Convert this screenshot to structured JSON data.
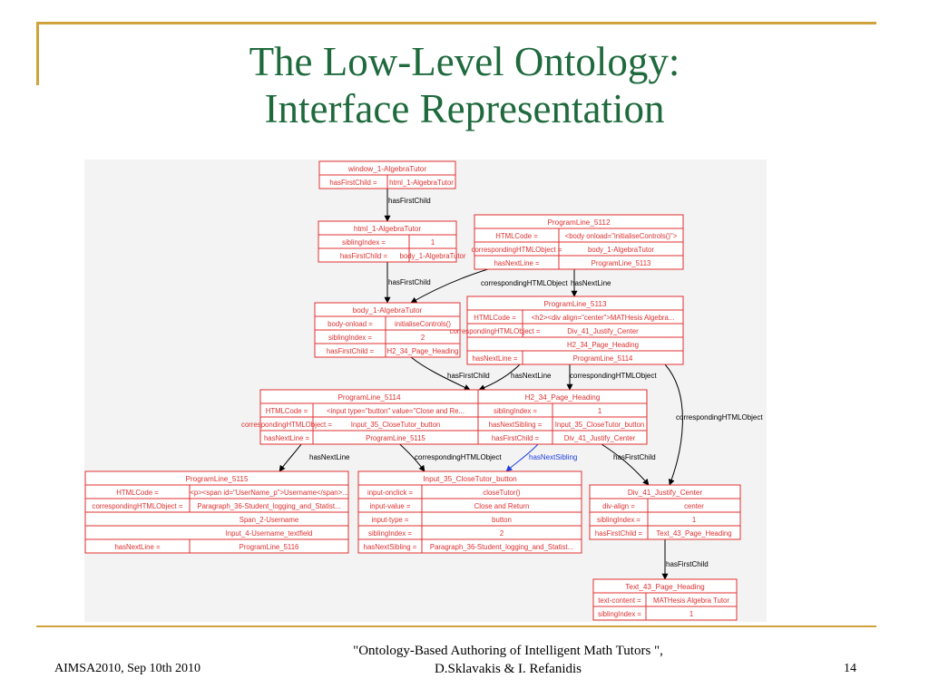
{
  "slide": {
    "title_line1": "The Low-Level Ontology:",
    "title_line2": "Interface Representation",
    "footer_left": "AIMSA2010, Sep 10th 2010",
    "footer_center_line1": "\"Ontology-Based Authoring of  Intelligent Math Tutors \",",
    "footer_center_line2": "D.Sklavakis & I. Refanidis",
    "page_number": "14",
    "accent_color": "#cfa23c",
    "title_color": "#1f6a3d",
    "node_color": "#e03030",
    "highlight_edge_color": "#2040e0"
  },
  "diagram": {
    "nodes": [
      {
        "id": "window",
        "title": "window_1-AlgebraTutor",
        "rows": [
          [
            "hasFirstChild =",
            "html_1-AlgebraTutor"
          ]
        ]
      },
      {
        "id": "html",
        "title": "html_1-AlgebraTutor",
        "rows": [
          [
            "siblingIndex =",
            "1"
          ],
          [
            "hasFirstChild =",
            "body_1-AlgebraTutor"
          ]
        ]
      },
      {
        "id": "pl5112",
        "title": "ProgramLine_5112",
        "rows": [
          [
            "HTMLCode =",
            "<body onload=\"initialiseControls()\">"
          ],
          [
            "correspondingHTMLObject =",
            "body_1-AlgebraTutor"
          ],
          [
            "hasNextLine =",
            "ProgramLine_5113"
          ]
        ]
      },
      {
        "id": "body",
        "title": "body_1-AlgebraTutor",
        "rows": [
          [
            "body-onload =",
            "initialiseControls()"
          ],
          [
            "siblingIndex =",
            "2"
          ],
          [
            "hasFirstChild =",
            "H2_34_Page_Heading"
          ]
        ]
      },
      {
        "id": "pl5113",
        "title": "ProgramLine_5113",
        "rows": [
          [
            "HTMLCode =",
            "<h2><div align=\"center\">MATHesis Algebra..."
          ],
          [
            "correspondingHTMLObject =",
            "Div_41_Justify_Center"
          ],
          [
            "",
            "H2_34_Page_Heading"
          ],
          [
            "hasNextLine =",
            "ProgramLine_5114"
          ]
        ]
      },
      {
        "id": "pl5114",
        "title": "ProgramLine_5114",
        "rows": [
          [
            "HTMLCode =",
            "<input type=\"button\" value=\"Close and Re..."
          ],
          [
            "correspondingHTMLObject =",
            "Input_35_CloseTutor_button"
          ],
          [
            "hasNextLine =",
            "ProgramLine_5115"
          ]
        ]
      },
      {
        "id": "h2",
        "title": "H2_34_Page_Heading",
        "rows": [
          [
            "siblingIndex =",
            "1"
          ],
          [
            "hasNextSibling =",
            "Input_35_CloseTutor_button"
          ],
          [
            "hasFirstChild =",
            "Div_41_Justify_Center"
          ]
        ]
      },
      {
        "id": "pl5115",
        "title": "ProgramLine_5115",
        "rows": [
          [
            "HTMLCode =",
            "<p><span id=\"UserName_p\">Username</span>..."
          ],
          [
            "correspondingHTMLObject =",
            "Paragraph_36-Student_logging_and_Statist..."
          ],
          [
            "",
            "Span_2-Username"
          ],
          [
            "",
            "Input_4-Username_textfield"
          ],
          [
            "hasNextLine =",
            "ProgramLine_5116"
          ]
        ]
      },
      {
        "id": "input35",
        "title": "Input_35_CloseTutor_button",
        "rows": [
          [
            "input-onclick =",
            "closeTutor()"
          ],
          [
            "input-value =",
            "Close and Return"
          ],
          [
            "input-type =",
            "button"
          ],
          [
            "siblingIndex =",
            "2"
          ],
          [
            "hasNextSibling =",
            "Paragraph_36-Student_logging_and_Statist..."
          ]
        ]
      },
      {
        "id": "div41",
        "title": "Div_41_Justify_Center",
        "rows": [
          [
            "div-align =",
            "center"
          ],
          [
            "siblingIndex =",
            "1"
          ],
          [
            "hasFirstChild =",
            "Text_43_Page_Heading"
          ]
        ]
      },
      {
        "id": "text43",
        "title": "Text_43_Page_Heading",
        "rows": [
          [
            "text-content =",
            "MATHesis Algebra Tutor"
          ],
          [
            "siblingIndex =",
            "1"
          ]
        ]
      }
    ],
    "edges": [
      {
        "id": "e1",
        "label": "hasFirstChild"
      },
      {
        "id": "e2",
        "label": "hasFirstChild"
      },
      {
        "id": "e3",
        "label": "correspondingHTMLObject"
      },
      {
        "id": "e4",
        "label": "hasNextLine"
      },
      {
        "id": "e5",
        "label": "hasFirstChild"
      },
      {
        "id": "e6",
        "label": "hasNextLine"
      },
      {
        "id": "e7",
        "label": "correspondingHTMLObject"
      },
      {
        "id": "e8",
        "label": "correspondingHTMLObject"
      },
      {
        "id": "e9",
        "label": "hasNextLine"
      },
      {
        "id": "e10",
        "label": "correspondingHTMLObject"
      },
      {
        "id": "e11",
        "label": "hasNextSibling"
      },
      {
        "id": "e12",
        "label": "hasFirstChild"
      },
      {
        "id": "e13",
        "label": "hasFirstChild"
      }
    ]
  }
}
